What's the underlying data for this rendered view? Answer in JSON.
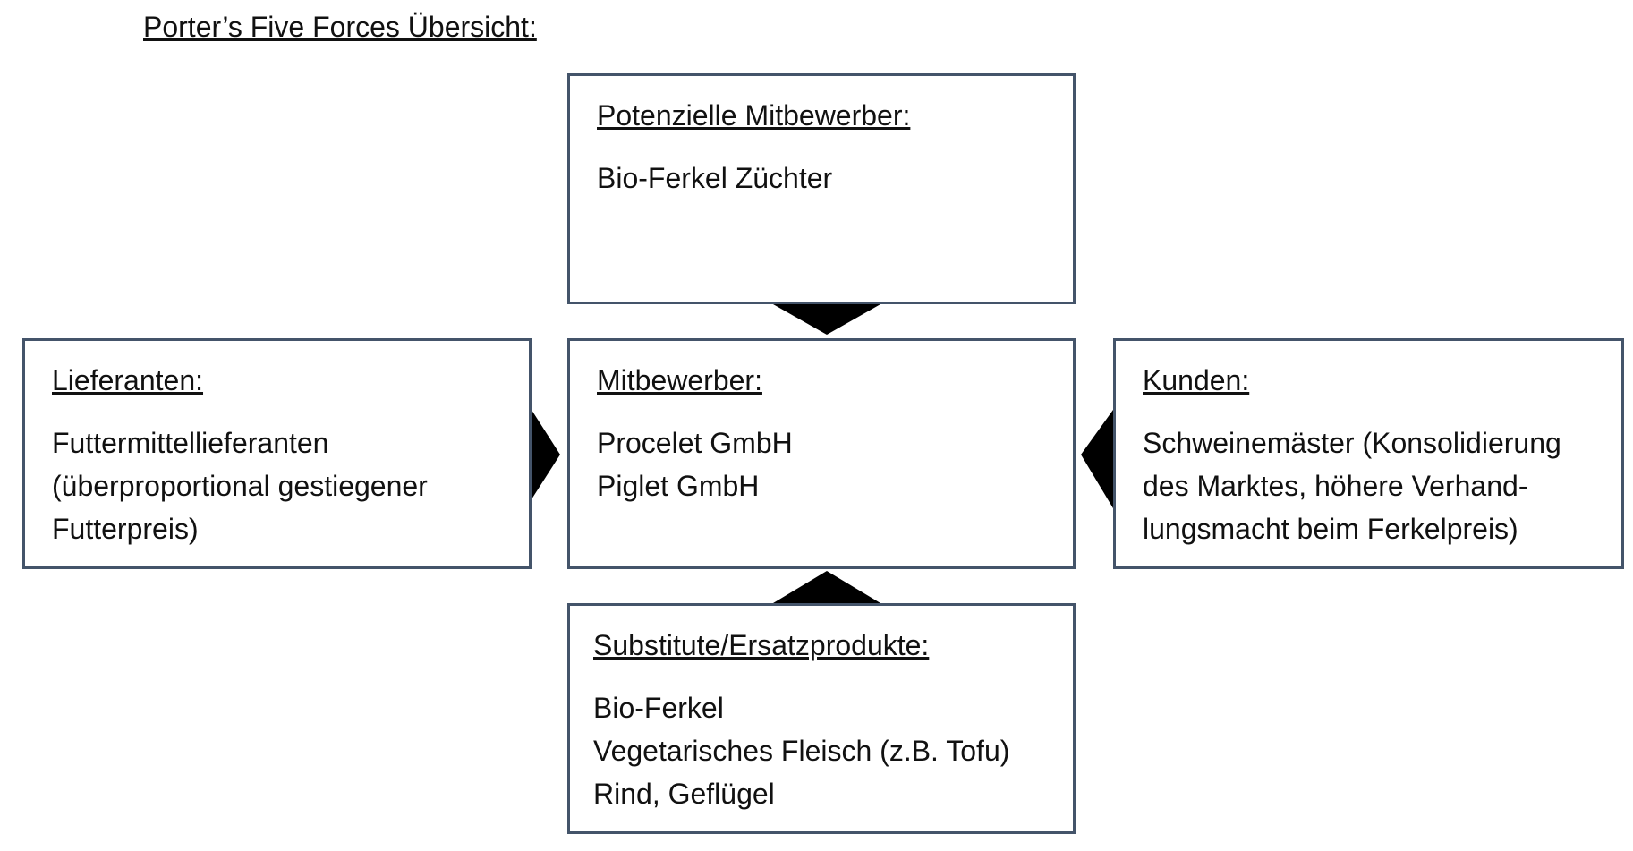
{
  "title": "Porter’s Five Forces Übersicht:",
  "colors": {
    "box_border": "#44546a",
    "arrow_fill": "#000000",
    "text": "#111111"
  },
  "boxes": {
    "potential_competitors": {
      "title": "Potenzielle Mitbewerber:",
      "lines": [
        "Bio-Ferkel Züchter"
      ]
    },
    "competitors": {
      "title": "Mitbewerber:",
      "lines": [
        "Procelet GmbH",
        "Piglet GmbH"
      ]
    },
    "suppliers": {
      "title": "Lieferanten:",
      "lines": [
        "Futtermittellieferanten",
        "(überproportional gestiegener",
        "Futterpreis)"
      ]
    },
    "customers": {
      "title": "Kunden:",
      "lines": [
        "Schweinemäster (Konsolidierung",
        "des Marktes, höhere Verhand-",
        "lungsmacht beim Ferkelpreis)"
      ]
    },
    "substitutes": {
      "title": "Substitute/Ersatzprodukte:",
      "lines": [
        "Bio-Ferkel",
        "Vegetarisches Fleisch (z.B. Tofu)",
        "Rind, Geflügel"
      ]
    }
  }
}
